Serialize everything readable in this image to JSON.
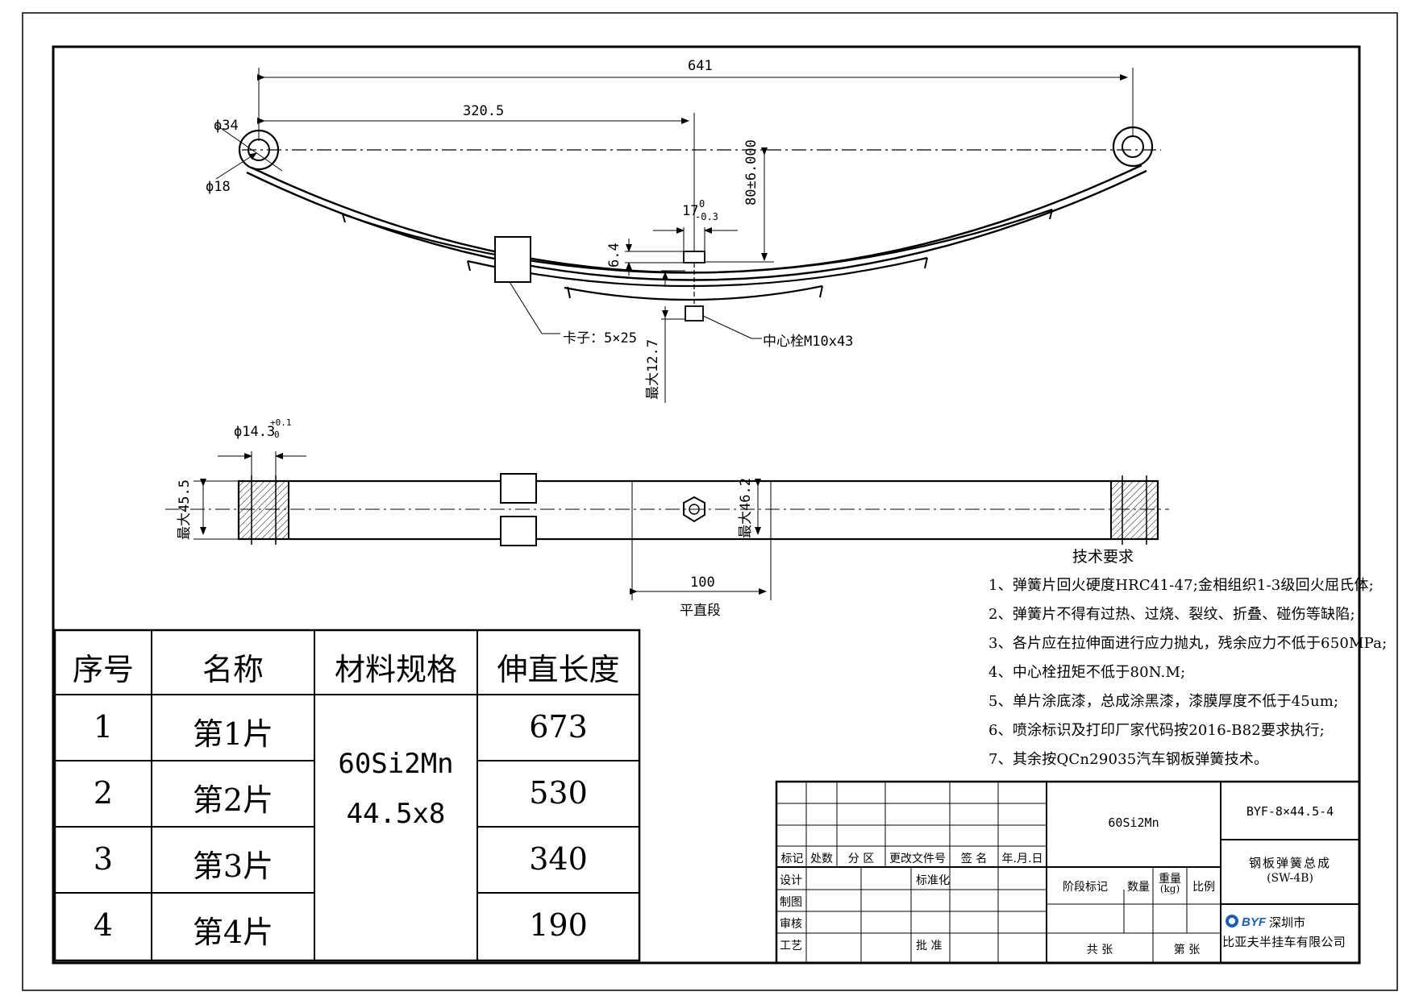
{
  "dims": {
    "total_length": "641",
    "half_length": "320.5",
    "eye_outer": "ϕ34",
    "eye_inner": "ϕ18",
    "bolt_head_w": "17",
    "bolt_tol_up": "0",
    "bolt_tol_low": "-0.3",
    "camber": "80±6.000",
    "leaf_gap": "6.4",
    "max_thick": "最大12.7",
    "clip": "卡子：5×25",
    "center_bolt": "中心栓M10x43",
    "bushing_dia": "ϕ14.3",
    "bushing_tol_up": "+0.1",
    "bushing_tol_low": "0",
    "width_eye": "最大45.5",
    "width_center": "最大46.2",
    "flat_len": "100",
    "flat_label": "平直段"
  },
  "tech": {
    "title": "技术要求",
    "items": [
      "1、弹簧片回火硬度HRC41-47;金相组织1-3级回火屈氏体;",
      "2、弹簧片不得有过热、过烧、裂纹、折叠、碰伤等缺陷;",
      "3、各片应在拉伸面进行应力抛丸，残余应力不低于650MPa;",
      "4、中心栓扭矩不低于80N.M;",
      "5、单片涂底漆，总成涂黑漆，漆膜厚度不低于45um;",
      "6、喷涂标识及打印厂家代码按2016-B82要求执行;",
      "7、其余按QCn29035汽车钢板弹簧技术。"
    ]
  },
  "parts": {
    "headers": [
      "序号",
      "名称",
      "材料规格",
      "伸直长度"
    ],
    "material_line1": "60Si2Mn",
    "material_line2": "44.5x8",
    "rows": [
      {
        "no": "1",
        "name": "第1片",
        "len": "673"
      },
      {
        "no": "2",
        "name": "第2片",
        "len": "530"
      },
      {
        "no": "3",
        "name": "第3片",
        "len": "340"
      },
      {
        "no": "4",
        "name": "第4片",
        "len": "190"
      }
    ]
  },
  "title_block": {
    "material": "60Si2Mn",
    "drawing_no": "BYF-8×44.5-4",
    "drawing_name": "钢板弹簧总成",
    "drawing_sub": "(SW-4B)",
    "rev_cols": [
      "标记",
      "处数",
      "分 区",
      "更改文件号",
      "签 名",
      "年.月.日"
    ],
    "row_design": "设计",
    "row_std": "标准化",
    "row_draw": "制图",
    "row_check": "审核",
    "row_craft": "工艺",
    "row_approve": "批 准",
    "stage": "阶段标记",
    "qty": "数量",
    "weight": "重量",
    "weight_unit": "(kg)",
    "scale": "比例",
    "total_sheets": "共    张",
    "sheet_no": "第    张",
    "logo": "BYF",
    "company_city": "深圳市",
    "company_name": "比亚夫半挂车有限公司"
  }
}
